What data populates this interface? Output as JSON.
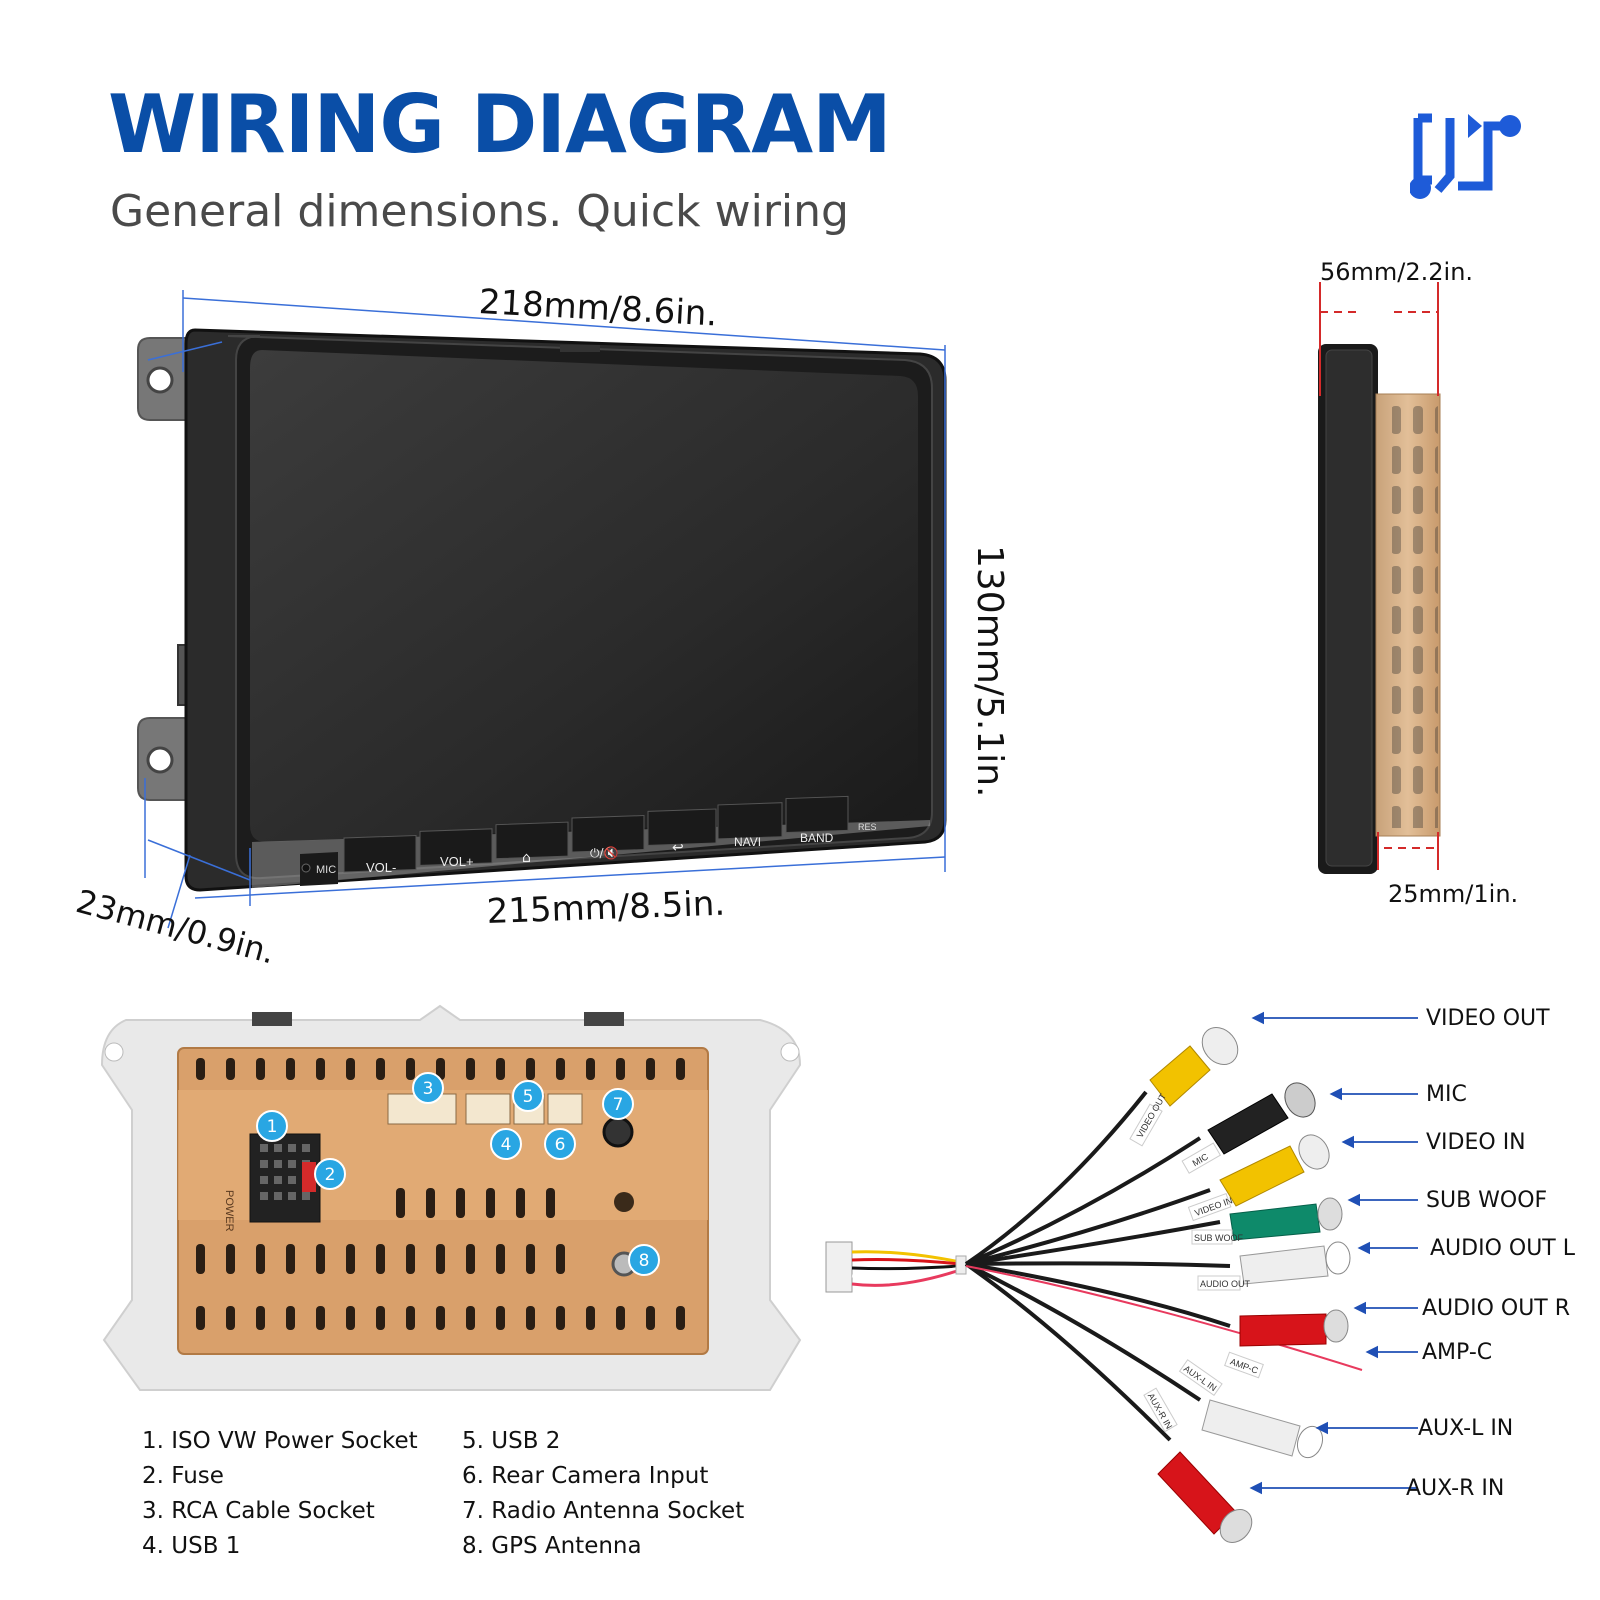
{
  "header": {
    "title": "WIRING DIAGRAM",
    "subtitle": "General dimensions. Quick wiring",
    "brand_icon": "wiring-logo-icon",
    "accent_color": "#0a4ea7"
  },
  "dimensions": {
    "width_top": "218mm/8.6in.",
    "width_bottom": "215mm/8.5in.",
    "height": "130mm/5.1in.",
    "depth_front": "23mm/0.9in.",
    "side_depth": "56mm/2.2in.",
    "side_front": "25mm/1in."
  },
  "front_buttons": [
    "MIC",
    "VOL-",
    "VOL+",
    "⌂",
    "⏻/🔇",
    "↩",
    "NAVI",
    "BAND",
    "RES"
  ],
  "back_panel": {
    "callouts": [
      "1",
      "2",
      "3",
      "4",
      "5",
      "6",
      "7",
      "8"
    ],
    "power_text": "POWER"
  },
  "legend": {
    "col1": [
      "1. ISO VW Power Socket",
      "2. Fuse",
      "3. RCA Cable Socket",
      "4. USB 1"
    ],
    "col2": [
      "5. USB 2",
      "6. Rear Camera Input",
      "7. Radio Antenna Socket",
      "8. GPS Antenna"
    ]
  },
  "rca_cable": {
    "labels": [
      "VIDEO OUT",
      "MIC",
      "VIDEO IN",
      "SUB WOOF",
      "AUDIO OUT L",
      "AUDIO OUT R",
      "AMP-C",
      "AUX-L IN",
      "AUX-R IN"
    ],
    "plug_colors": [
      "#f2c200",
      "#222222",
      "#f2c200",
      "#0e8a6a",
      "#eeeeee",
      "#d7141a",
      "#e83a5e",
      "#eeeeee",
      "#d7141a"
    ],
    "tags": [
      "VIDEO OUT",
      "MIC",
      "VIDEO IN",
      "SUB WOOF",
      "AUDIO OUT",
      "AMP-C",
      "AUX-L IN",
      "AUX-R IN"
    ]
  }
}
